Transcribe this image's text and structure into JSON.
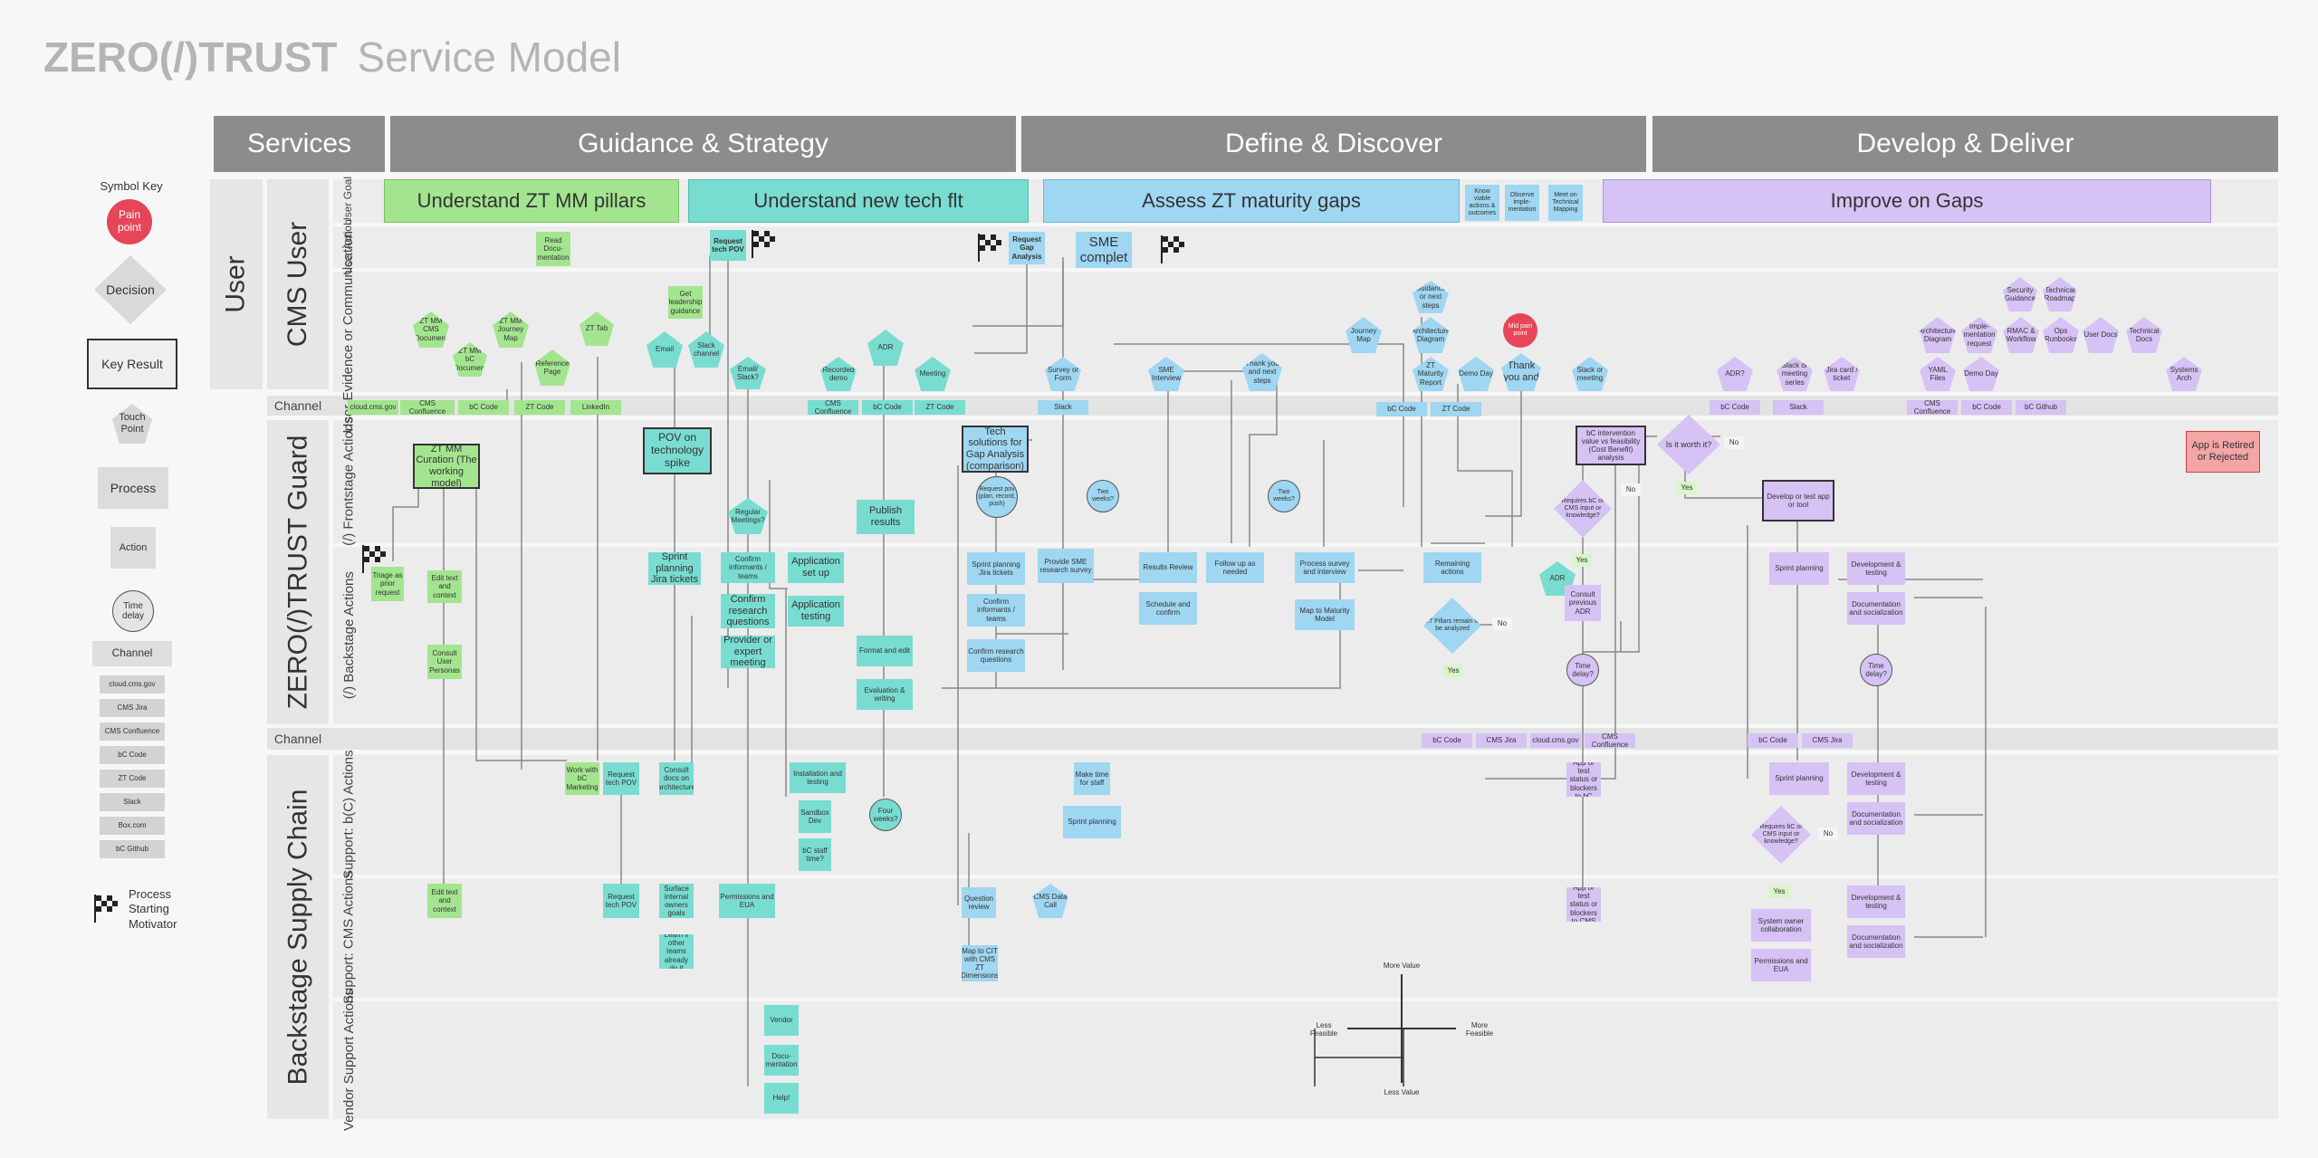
{
  "title": {
    "brand": "ZERO(/)TRUST",
    "sub": "Service Model"
  },
  "phases": [
    "Services",
    "Guidance & Strategy",
    "Define & Discover",
    "Develop & Deliver"
  ],
  "lanes": {
    "user": "User",
    "cms_user": "CMS User",
    "guard": "ZERO(/)TRUST Guard",
    "supply": "Backstage Supply Chain"
  },
  "rows": {
    "goal": "User Goal",
    "action": "User Action",
    "evidence": "User Evidence or Communication",
    "channel": "Channel",
    "frontstage": "(/) Frontstage Actions",
    "backstage": "(/) Backstage Actions",
    "channel2": "Channel",
    "support_bc": "Support: b(C) Actions",
    "support_cms": "Support: CMS Actions",
    "vendor": "Vendor Support Actions"
  },
  "goals": [
    "Understand ZT MM pillars",
    "Understand new tech flt",
    "Assess ZT maturity gaps",
    "Improve on Gaps"
  ],
  "goal_small": [
    "Know viable actions & outcomes",
    "Observe imple-mentation",
    "Meet on Technical Mapping"
  ],
  "key": {
    "title": "Symbol Key",
    "pain": "Pain point",
    "decision": "Decision",
    "result": "Key Result",
    "touch": "Touch Point",
    "process": "Process",
    "action": "Action",
    "time": "Time delay",
    "channel": "Channel",
    "channels": [
      "cloud.cms.gov",
      "CMS Jira",
      "CMS Confluence",
      "bC Code",
      "ZT Code",
      "Slack",
      "Box.com",
      "bC Github"
    ],
    "motivator": "Process Starting Motivator"
  },
  "nodes": {
    "read_doc": "Read Docu-mentation",
    "req_tech_pov": "Request tech POV",
    "req_gap": "Request Gap Analysis",
    "sme_complete": "SME complet",
    "zt_mm_cms": "ZT MM CMS Document",
    "zt_mm_jm": "ZT MM Journey Map",
    "zt_mm_bc": "ZT MM bC Document",
    "ref_page": "Reference Page",
    "zt_tab": "ZT Tab",
    "get_lead": "Get leadership guidance",
    "email": "Email",
    "slack_ch": "Slack channel",
    "adr": "ADR",
    "recorded": "Recorded demo",
    "meeting": "Meeting",
    "email_slack": "Email/ Slack?",
    "survey": "Survey or Form",
    "sme_int": "SME Interview",
    "thank_next": "Thank you and next steps",
    "journey": "Journey Map",
    "guid_next": "Guidance or next steps",
    "arch_diag": "Architecture Diagram",
    "zt_mat": "ZT Maturity Report",
    "demo_day": "Demo Day",
    "pain_note": "Mid pain point",
    "thank_and": "Thank you and",
    "slack_mtg": "Slack or meeting",
    "adr2": "ADR?",
    "slack_mtg2": "Slack or meeting series",
    "jira_card": "Jira card / ticket",
    "arch_diag2": "Architecture Diagram",
    "imp_req": "Imple-mentation request",
    "sec_guid": "Security Guidance",
    "tech_road": "Technical Roadmap",
    "rmac": "RMAC & Workflow",
    "ops_run": "Ops Runbooks",
    "user_docs": "User Docs",
    "tech_docs": "Technical Docs",
    "yaml": "YAML Files",
    "demo_day2": "Demo Day",
    "sys_arch": "Systems Arch",
    "zt_curation": "ZT MM Curation (The working model)",
    "pov_spike": "POV on technology spike",
    "regular_mtg": "Regular Meetings?",
    "publish": "Publish results",
    "tech_gap": "Tech solutions for Gap Analysis (comparison)",
    "request_pov": "Request pov (plan, record, push)",
    "too_weeks": "Two weeks?",
    "bc_value": "bC intervention value vs feasibility (Cost Benefit) analysis",
    "worth": "Is it worth it?",
    "no": "No",
    "yes": "Yes",
    "require_bc": "Requires bC or CMS input or knowledge?",
    "develop_test": "Develop or test app or tool",
    "retired": "App is Retired or Rejected",
    "triage": "Triage as prior request",
    "edit_text": "Edit text and context",
    "consult_user": "Consult User Personas",
    "sprint_jira": "Sprint planning Jira tickets",
    "confirm_inf": "Confirm informants / teams",
    "confirm_rq": "Confirm research questions",
    "provider": "Provider or expert meeting",
    "app_setup": "Application set up",
    "app_test": "Application testing",
    "format_edit": "Format and edit",
    "eval_write": "Evaluation & writing",
    "sprint_jira2": "Sprint planning Jira tickets",
    "confirm_inf2": "Confirm informants / teams",
    "confirm_rq2": "Confirm research questions",
    "provide_sme": "Provide SME research survey",
    "results_rev": "Results Review",
    "schedule": "Schedule and confirm",
    "follow_up": "Follow up as needed",
    "process_survey": "Process survey and interview",
    "map_model": "Map to Maturity Model",
    "remaining": "Remaining actions",
    "pillars": "ZT Pillars remain to be analyzed",
    "adr3": "ADR",
    "consult_adr": "Consult previous ADR",
    "time_delay": "Time delay?",
    "sprint_p": "Sprint planning",
    "dev_test": "Development & testing",
    "doc_social": "Documentation and socialization",
    "time_delay2": "Time delay?",
    "ch2": [
      "bC Code",
      "CMS Jira",
      "cloud.cms.gov",
      "CMS Confluence",
      "bC Code",
      "CMS Jira"
    ],
    "work_bc": "Work with bC Marketing",
    "request_pov2": "Request tech POV",
    "consult_arch": "Consult docs on architecture",
    "install_test": "Installation and testing",
    "sandbox": "Sandbox Dev",
    "bc_staff": "bC staff time?",
    "four_weeks": "Four weeks?",
    "make_time": "Make time for staff",
    "sprint_p2": "Sprint planning",
    "app_test2": "App or test status or blockers to bC",
    "require_bc2": "Requires bC or CMS input or knowledge?",
    "sprint_p3": "Sprint planning",
    "dev_test2": "Development & testing",
    "doc_social2": "Documentation and socialization",
    "edit_text2": "Edit text and context",
    "request_pov3": "Request tech POV",
    "surface_internal": "Surface internal owners goals",
    "perm_eua": "Permissions and EUA",
    "learn": "Learn if other teams already do it",
    "question_review": "Question review",
    "cms_data": "CMS Data Call",
    "map_cio": "Map to CIT with CMS ZT Dimensions",
    "app_test3": "App or test status or blockers to CMS",
    "sys_owner": "System owner collaboration",
    "perm_eua2": "Permissions and EUA",
    "dev_test3": "Development & testing",
    "doc_social3": "Documentation and socialization",
    "vendor_demo": "Vendor",
    "vendor_doc": "Docu-mentation",
    "vendor_help": "Help!"
  },
  "channels1": {
    "left": [
      "cloud.cms.gov",
      "CMS Confluence",
      "bC Code",
      "ZT Code",
      "LinkedIn"
    ],
    "mid": [
      "CMS Confluence",
      "bC Code",
      "ZT Code"
    ],
    "slack": "Slack",
    "dd": [
      "bC Code",
      "ZT Code"
    ],
    "dev": [
      "bC Code",
      "Slack",
      "CMS Confluence",
      "bC Code",
      "bC Github"
    ]
  },
  "quadrant": {
    "more_value": "More Value",
    "less_value": "Less Value",
    "less_feasible": "Less Feasible",
    "more_feasible": "More Feasible"
  }
}
